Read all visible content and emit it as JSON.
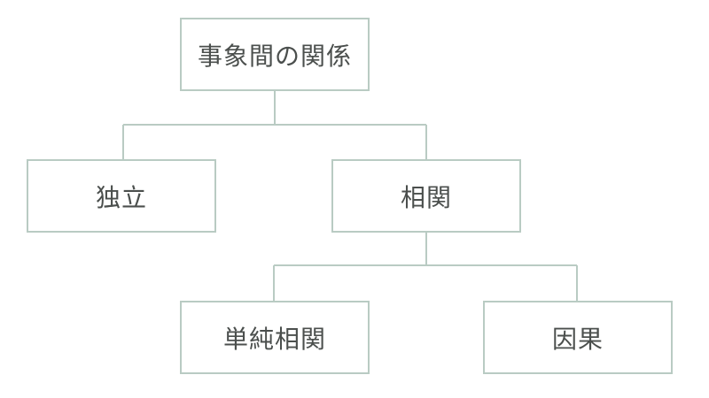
{
  "colors": {
    "box_border": "#b9cbc3",
    "connector": "#b9cbc3",
    "text": "#4b4f4d",
    "background": "#ffffff"
  },
  "tree": {
    "root": {
      "label": "事象間の関係"
    },
    "independent": {
      "label": "独立"
    },
    "correlation": {
      "label": "相関"
    },
    "simple_correlation": {
      "label": "単純相関"
    },
    "causation": {
      "label": "因果"
    }
  }
}
